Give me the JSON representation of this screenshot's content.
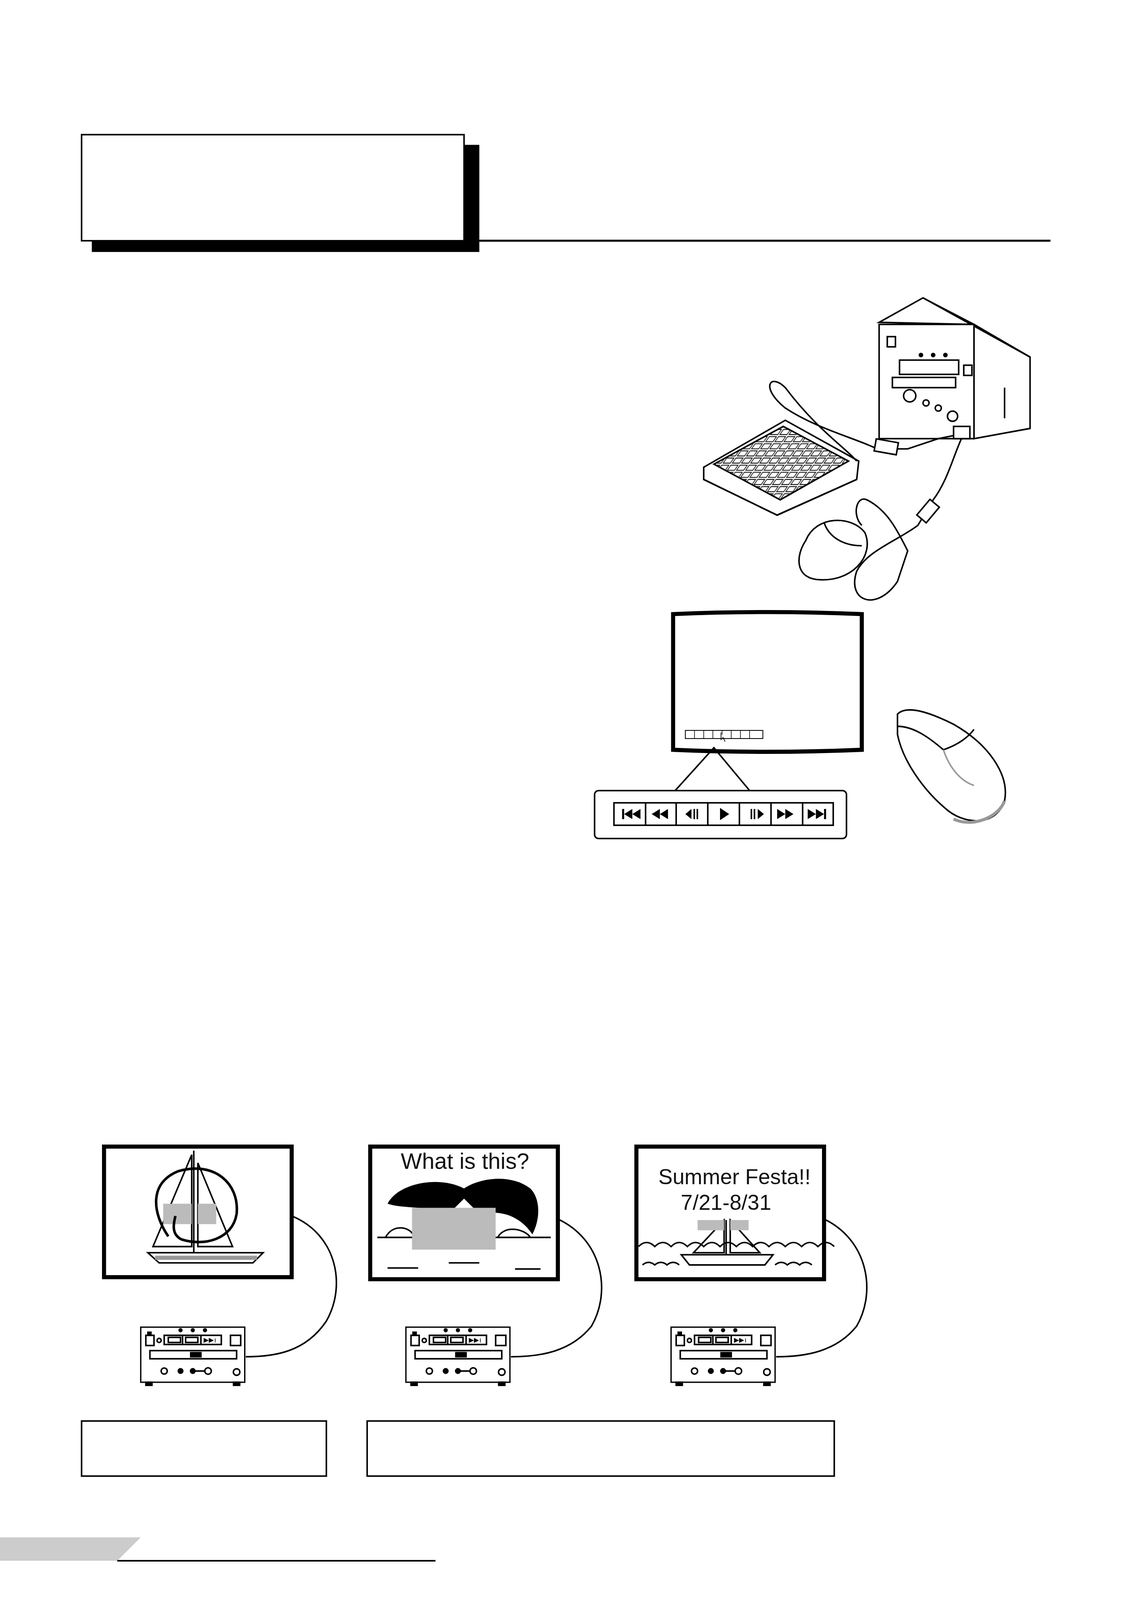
{
  "diagram": {
    "labels": [
      "What is this?",
      "Summer Festa!!",
      "7/21-8/31"
    ]
  }
}
